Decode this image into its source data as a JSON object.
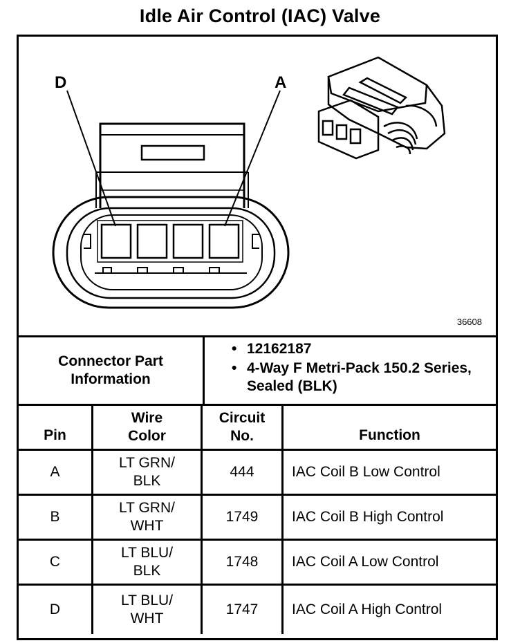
{
  "title": "Idle Air Control (IAC) Valve",
  "figure": {
    "label_left": "D",
    "label_right": "A",
    "figure_number": "36608"
  },
  "connector_info": {
    "label": "Connector Part Information",
    "items": [
      "12162187",
      "4-Way F Metri-Pack 150.2 Series, Sealed (BLK)"
    ]
  },
  "table": {
    "headers": {
      "pin": "Pin",
      "wire_color": "Wire Color",
      "circuit": "Circuit No.",
      "function": "Function"
    },
    "rows": [
      {
        "pin": "A",
        "wire_color": "LT GRN/\nBLK",
        "circuit": "444",
        "function": "IAC Coil B Low Control"
      },
      {
        "pin": "B",
        "wire_color": "LT GRN/\nWHT",
        "circuit": "1749",
        "function": "IAC Coil B High Control"
      },
      {
        "pin": "C",
        "wire_color": "LT BLU/\nBLK",
        "circuit": "1748",
        "function": "IAC Coil A Low Control"
      },
      {
        "pin": "D",
        "wire_color": "LT BLU/\nWHT",
        "circuit": "1747",
        "function": "IAC Coil A High Control"
      }
    ]
  }
}
